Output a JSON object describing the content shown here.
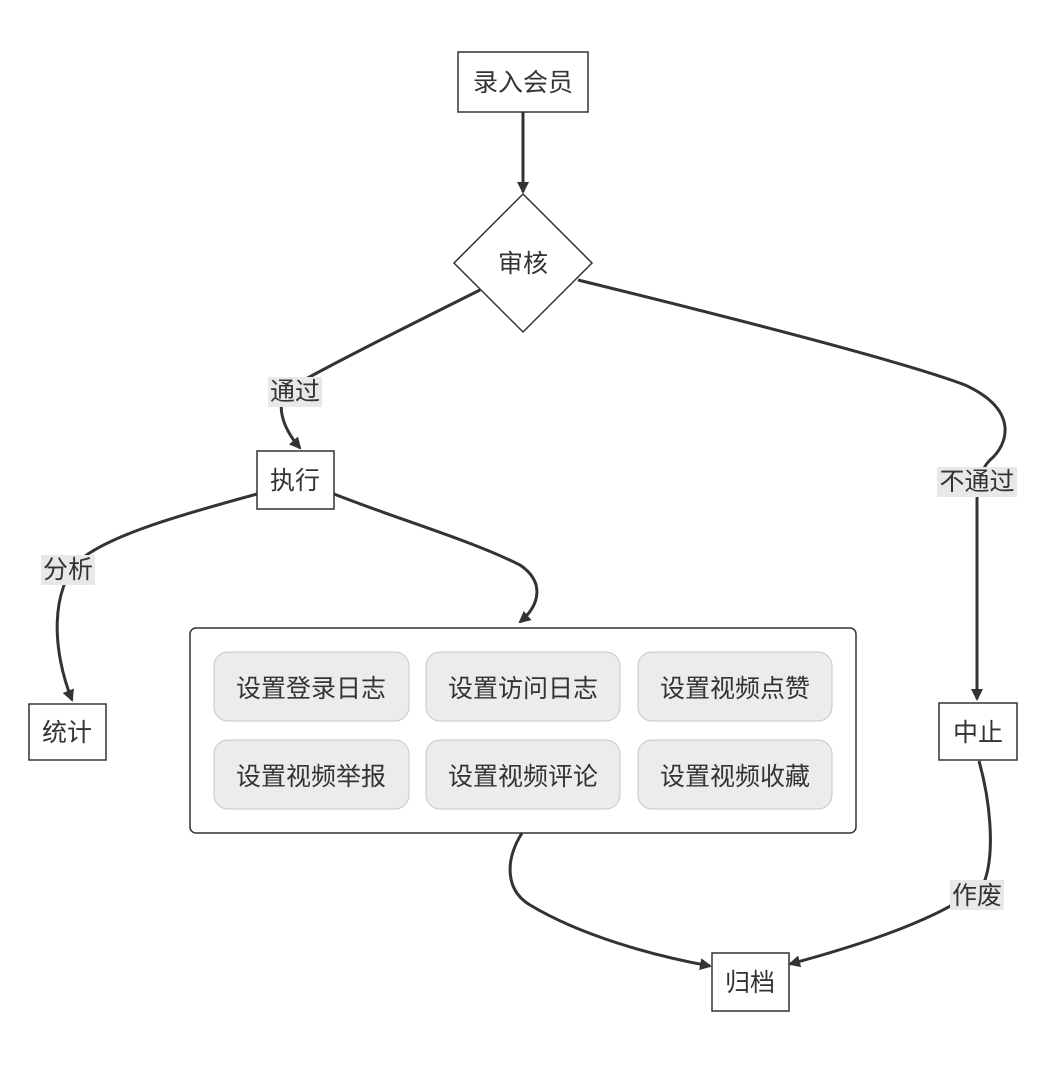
{
  "nodes": {
    "register": "录入会员",
    "review": "审核",
    "execute": "执行",
    "statistics": "统计",
    "suspend": "中止",
    "archive": "归档"
  },
  "edge_labels": {
    "pass": "通过",
    "fail": "不通过",
    "analyze": "分析",
    "void": "作废"
  },
  "group_items": [
    "设置登录日志",
    "设置访问日志",
    "设置视频点赞",
    "设置视频举报",
    "设置视频评论",
    "设置视频收藏"
  ]
}
